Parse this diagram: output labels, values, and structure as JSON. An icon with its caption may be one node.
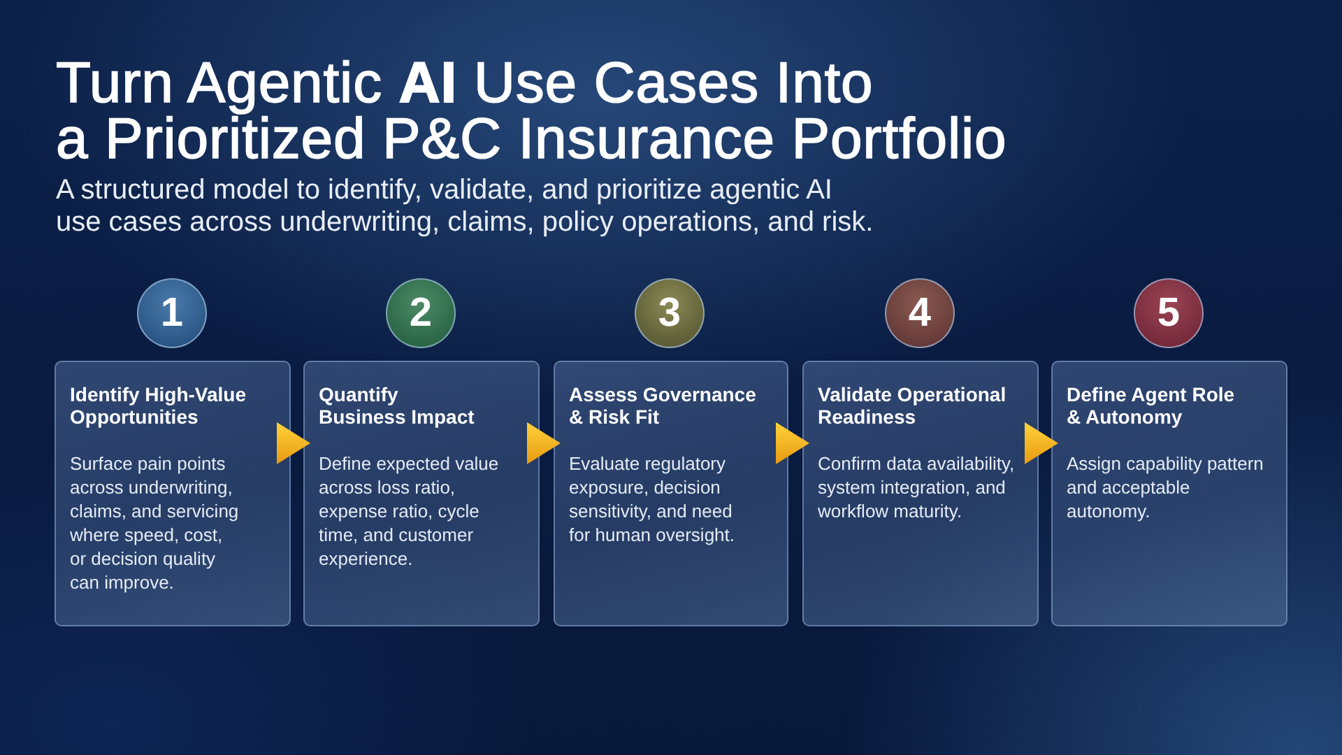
{
  "diagram": {
    "title": "Turn Agentic **AI** Use Cases Into a Prioritized P&C Insurance Portfolio",
    "nodes": [
      {
        "text": [
          "1"
        ]
      },
      {
        "text": [
          "2"
        ]
      },
      {
        "text": [
          "3"
        ]
      },
      {
        "text": [
          "4"
        ]
      },
      {
        "text": [
          "5"
        ]
      },
      {
        "text": [
          "Identify High-Value Opportunities",
          "Surface pain points across underwriting, claims, and servicing where speed, cost, or decision quality can improve."
        ]
      },
      {
        "text": [
          "Quantify Business Impact",
          "Define expected value across loss ratio, expense ratio, cycle time, and customer experience."
        ]
      },
      {
        "text": [
          "Assess Governance & Risk Fit",
          "Evaluate regulatory exposure, decision sensitivity, and need for human oversight."
        ]
      },
      {
        "text": [
          "Validate Operational Readiness",
          "Confirm data availability, system integration, and workflow maturity."
        ]
      },
      {
        "text": [
          "Define Agent Role & Autonomy",
          "Assign capability pattern and acceptable autonomy."
        ]
      }
    ],
    "edges": [
      {
        "from": 5,
        "to": 6,
        "arrow": "to"
      },
      {
        "from": 6,
        "to": 7,
        "arrow": "to"
      },
      {
        "from": 7,
        "to": 8,
        "arrow": "to"
      },
      {
        "from": 8,
        "to": 9,
        "arrow": "to"
      }
    ],
    "labels": [
      "A structured model to identify, validate, and prioritize agentic AI use cases across underwriting, claims, policy operations, and risk."
    ]
  }
}
